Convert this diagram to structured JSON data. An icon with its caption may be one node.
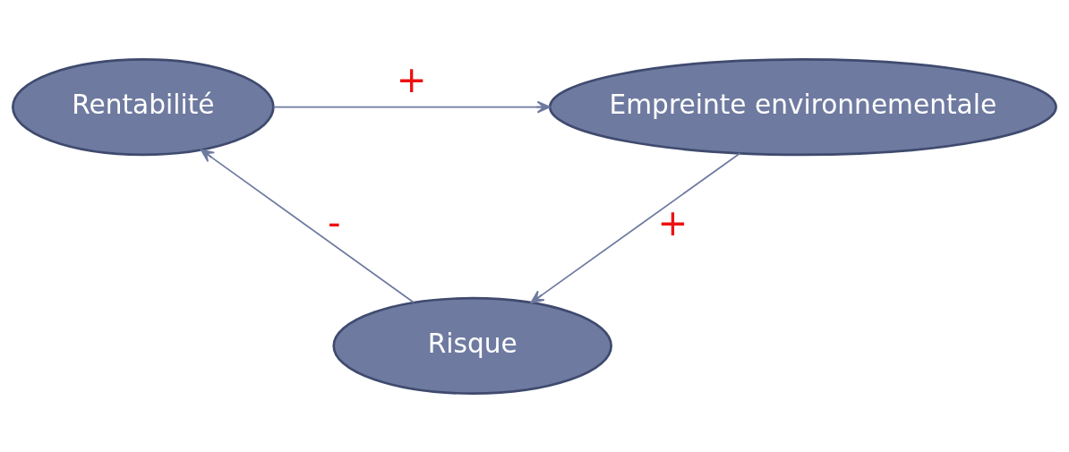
{
  "diagram": {
    "nodes": [
      {
        "text": [
          "Rentabilité"
        ]
      },
      {
        "text": [
          "Empreinte environnementale"
        ]
      },
      {
        "text": [
          "Risque"
        ]
      }
    ],
    "edges": [
      {
        "from": 0,
        "to": 1,
        "arrow": "to",
        "label": "+"
      },
      {
        "from": 1,
        "to": 2,
        "arrow": "to",
        "label": "+"
      },
      {
        "from": 2,
        "to": 0,
        "arrow": "to",
        "label": "-"
      }
    ]
  }
}
